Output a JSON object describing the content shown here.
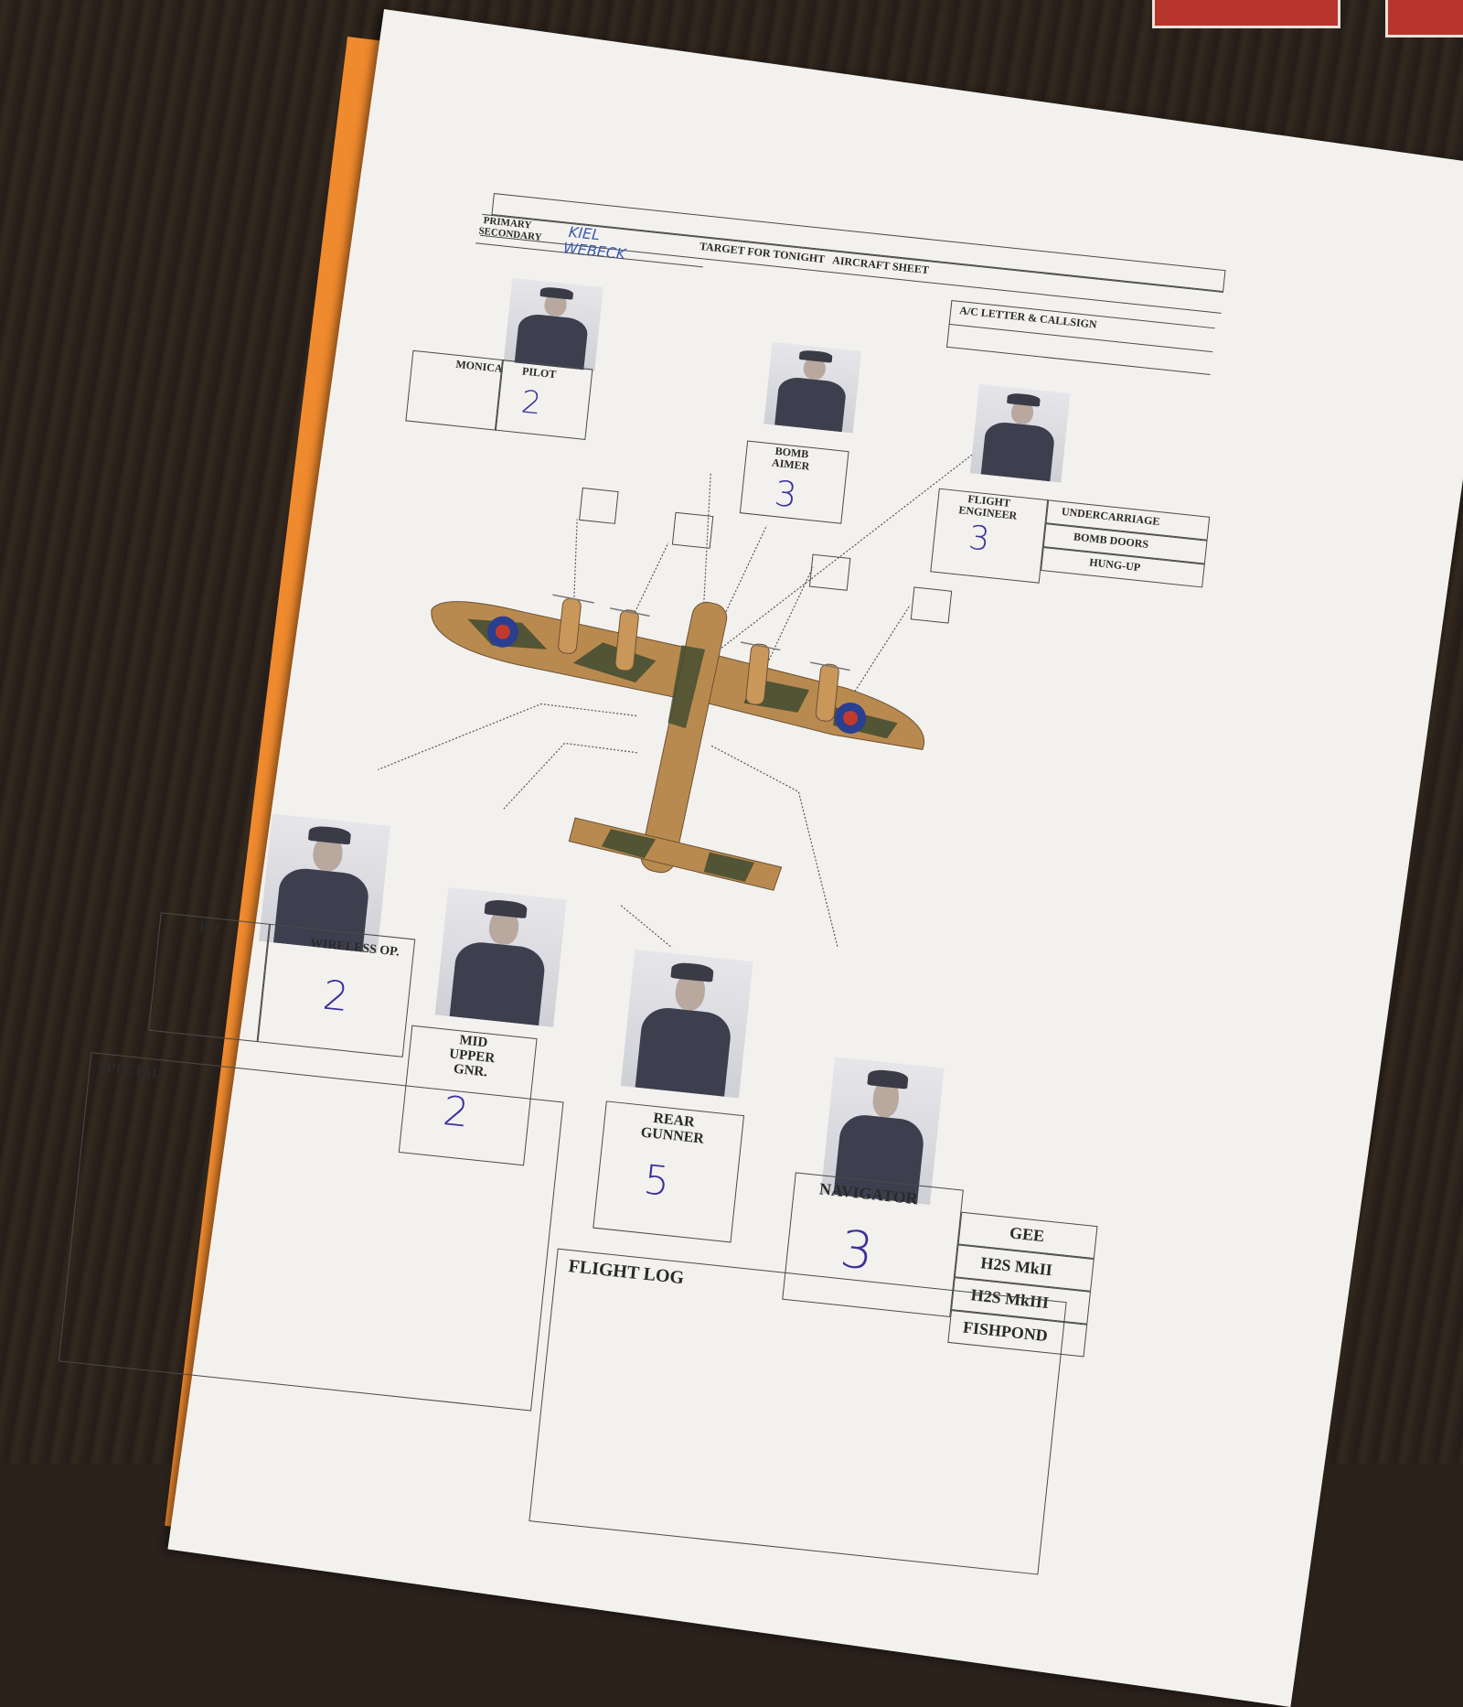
{
  "header": {
    "primary_label": "PRIMARY",
    "secondary_label": "SECONDARY",
    "primary_value": "KIEL",
    "secondary_value": "WEBECK",
    "title": "TARGET FOR TONIGHT   AIRCRAFT SHEET",
    "callsign_label": "A/C LETTER & CALLSIGN"
  },
  "crew": {
    "monica_label": "MONICA",
    "pilot_label": "PILOT",
    "pilot_value": "2",
    "bomb_aimer_label": "BOMB AIMER",
    "bomb_aimer_value": "3",
    "flight_engineer_label": "FLIGHT ENGINEER",
    "flight_engineer_value": "3",
    "fe_items": [
      "UNDERCARRIAGE",
      "BOMB DOORS",
      "HUNG-UP"
    ],
    "rt_label": "R/T",
    "wireless_label": "WIRELESS OP.",
    "wireless_value": "2",
    "mid_upper_label": "MID UPPER GNR.",
    "mid_upper_value": "2",
    "rear_gunner_label": "REAR GUNNER",
    "rear_gunner_value": "5",
    "navigator_label": "NAVIGATOR",
    "navigator_value": "3",
    "nav_items": [
      "GEE",
      "H2S MkII",
      "H2S MkIII",
      "FISHPOND"
    ]
  },
  "sections": {
    "special_label": "SPECIAL",
    "flight_log_label": "FLIGHT LOG"
  },
  "colors": {
    "handwriting": "#3d2f9c",
    "orange_folder": "#f08a2e",
    "roundel_blue": "#2a3f8f",
    "roundel_red": "#c23a2e"
  }
}
